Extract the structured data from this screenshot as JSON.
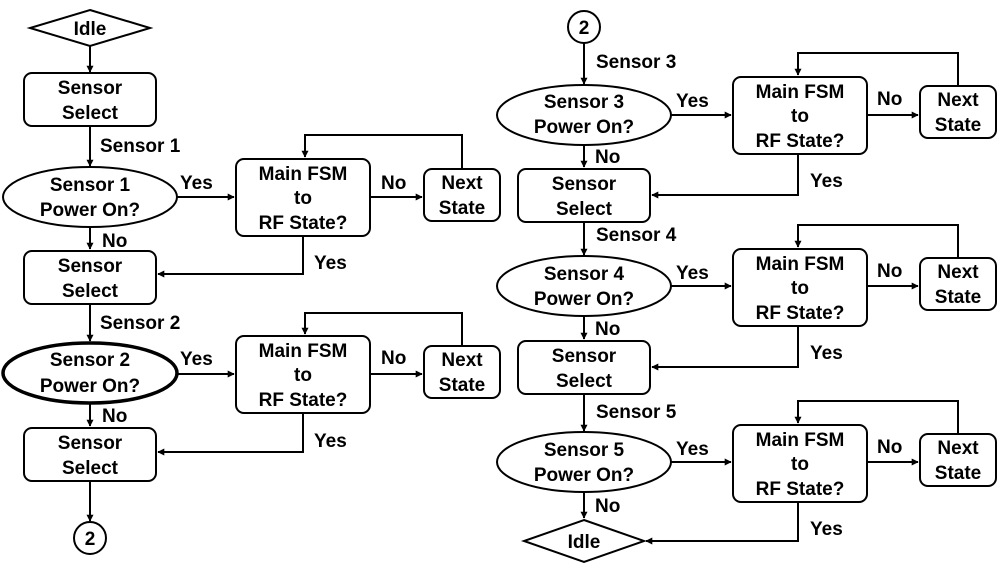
{
  "terminals": {
    "idle": "Idle",
    "connector": "2"
  },
  "sensor_select": [
    "Sensor",
    "Select"
  ],
  "rf_check": [
    "Main FSM",
    "to",
    "RF State?"
  ],
  "next_state": [
    "Next",
    "State"
  ],
  "branches": {
    "yes": "Yes",
    "no": "No"
  },
  "sensors": [
    {
      "edge_label": "Sensor 1",
      "power_line1": "Sensor 1",
      "power_line2": "Power On?"
    },
    {
      "edge_label": "Sensor 2",
      "power_line1": "Sensor 2",
      "power_line2": "Power On?"
    },
    {
      "edge_label": "Sensor 3",
      "power_line1": "Sensor 3",
      "power_line2": "Power On?"
    },
    {
      "edge_label": "Sensor 4",
      "power_line1": "Sensor 4",
      "power_line2": "Power On?"
    },
    {
      "edge_label": "Sensor 5",
      "power_line1": "Sensor 5",
      "power_line2": "Power On?"
    }
  ]
}
